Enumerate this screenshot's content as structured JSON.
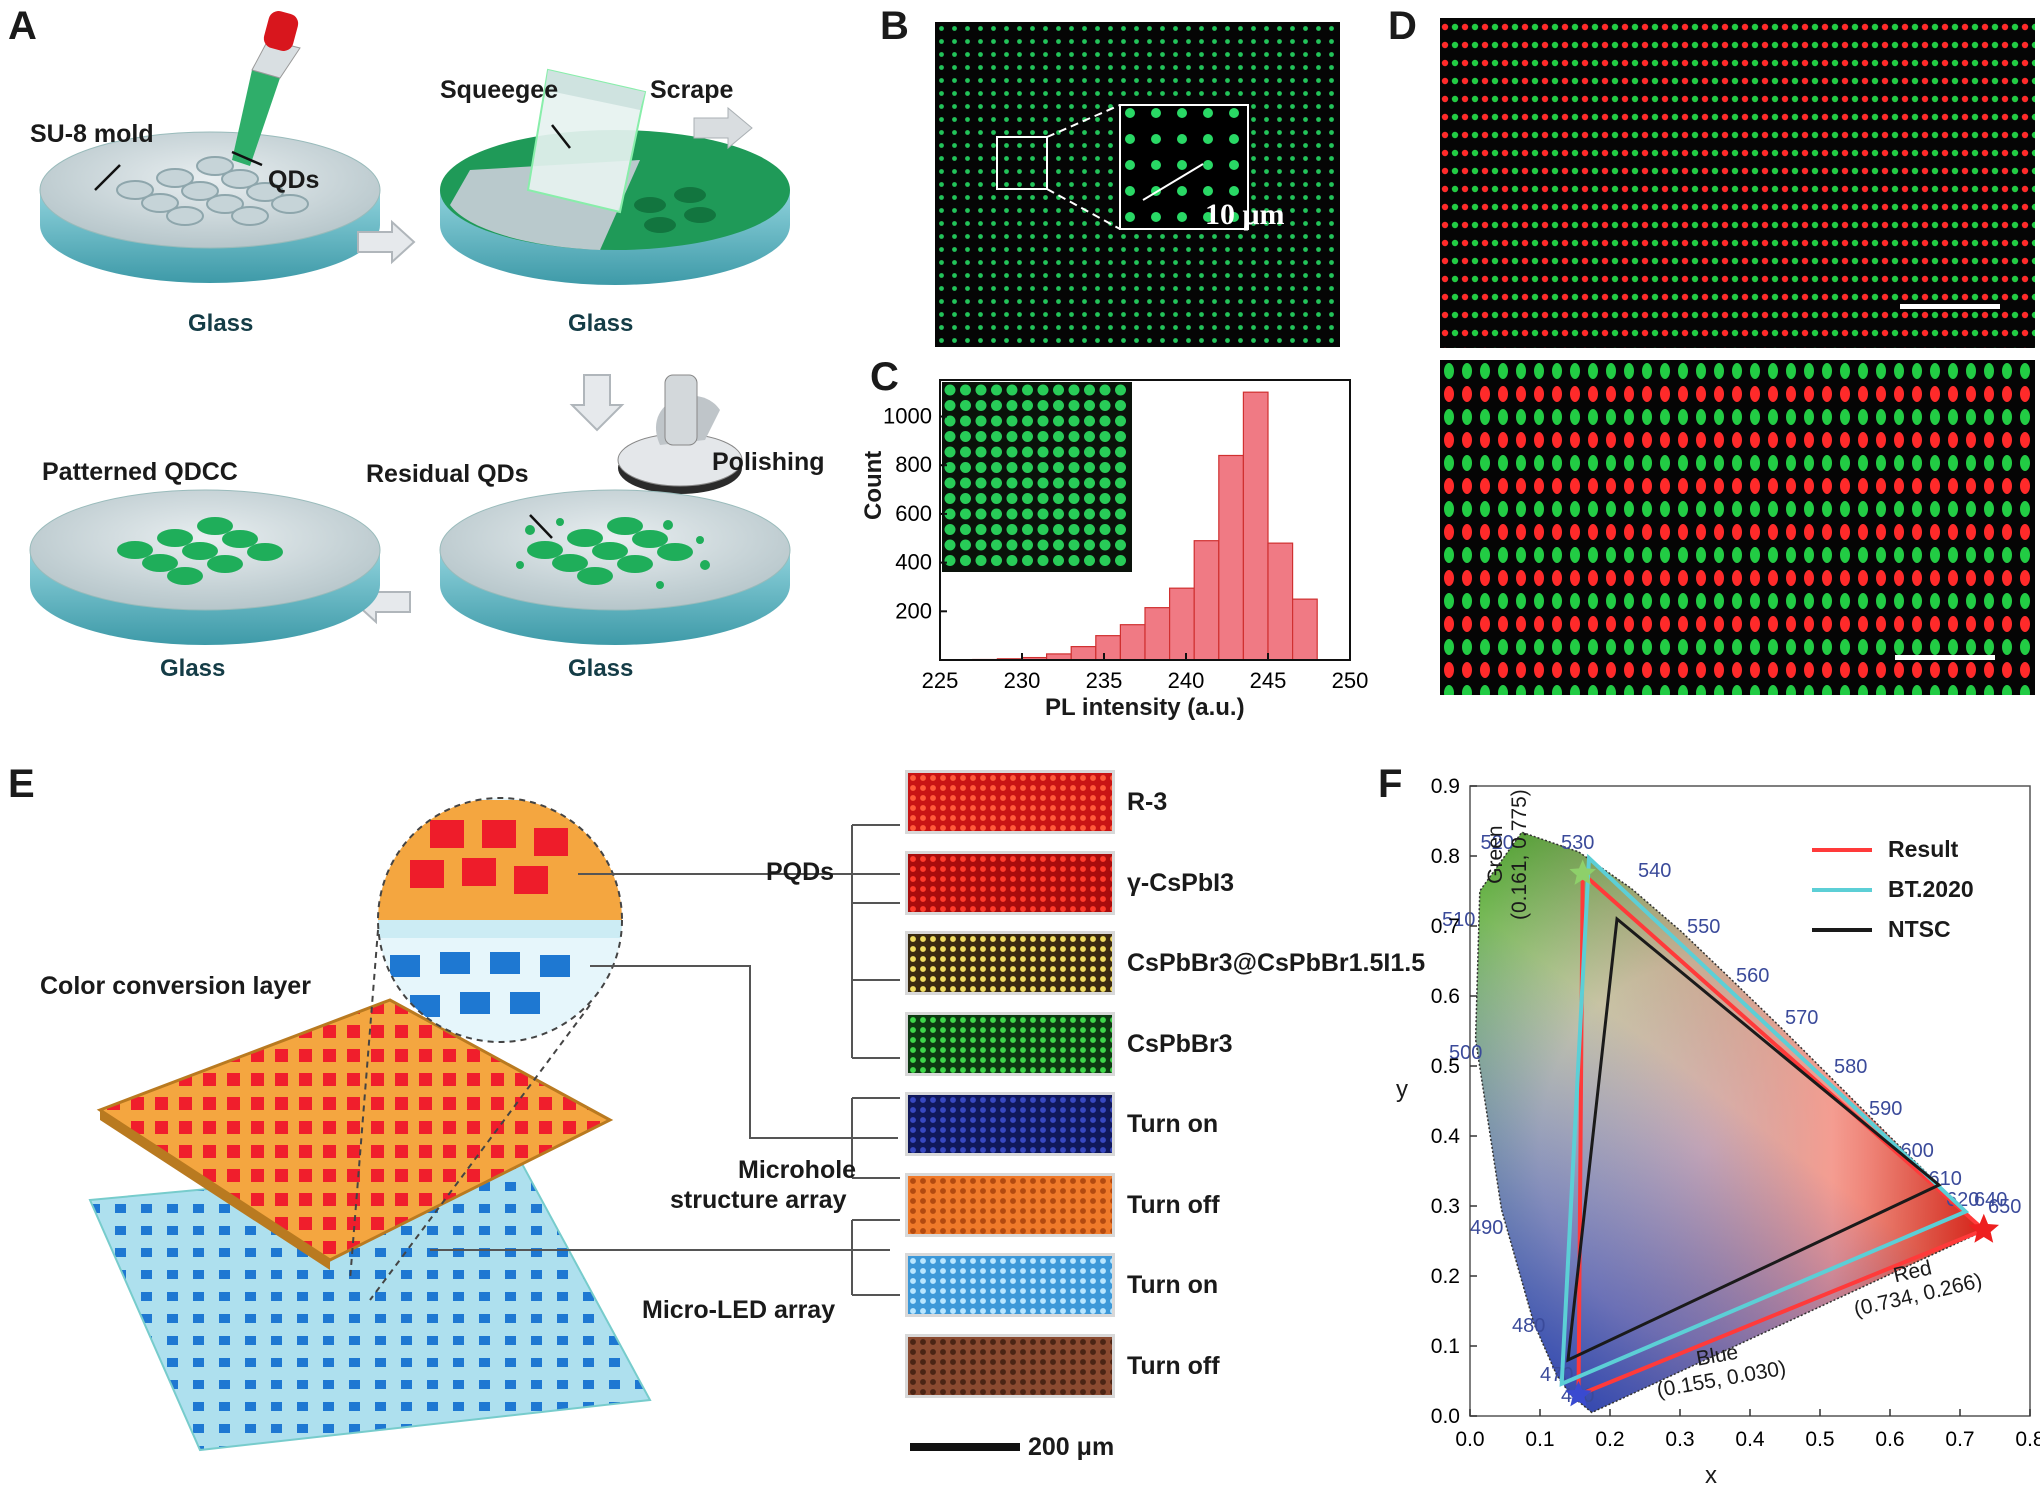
{
  "panels": {
    "a": "A",
    "b": "B",
    "c": "C",
    "d": "D",
    "e": "E",
    "f": "F"
  },
  "panel_a": {
    "mold_label": "SU-8 mold",
    "qds_label": "QDs",
    "squeegee_label": "Squeegee",
    "scrape_label": "Scrape",
    "polishing_label": "Polishing",
    "residual_label": "Residual QDs",
    "patterned_label": "Patterned QDCC",
    "glass_label": "Glass"
  },
  "panel_b": {
    "scale_label": "10 μm"
  },
  "panel_d": {
    "colors": {
      "red": "#ff2a2a",
      "green": "#22cc44"
    }
  },
  "panel_e": {
    "color_layer_label": "Color conversion layer",
    "pqds_label": "PQDs",
    "microhole_label_1": "Microhole",
    "microhole_label_2": "structure array",
    "microled_label": "Micro-LED array",
    "scalebar_label": "200 μm",
    "swatches": [
      {
        "label": "R-3",
        "color": "#c81414",
        "dot": "#ff5a3a"
      },
      {
        "label": "γ-CsPbI3",
        "color": "#a80c0c",
        "dot": "#ff3b2b"
      },
      {
        "label": "CsPbBr3@CsPbBr1.5I1.5",
        "color": "#3a2a10",
        "dot": "#f0dc60"
      },
      {
        "label": "CsPbBr3",
        "color": "#0e3a12",
        "dot": "#3fd84a"
      },
      {
        "label": "Turn on",
        "color": "#10185a",
        "dot": "#3848c0"
      },
      {
        "label": "Turn off",
        "color": "#f07a2a",
        "dot": "#b34a10"
      },
      {
        "label": "Turn on",
        "color": "#3c98d8",
        "dot": "#b8e6ff"
      },
      {
        "label": "Turn off",
        "color": "#8a4a30",
        "dot": "#4a2414"
      }
    ]
  },
  "chart_data": [
    {
      "type": "bar",
      "xlabel": "PL intensity (a.u.)",
      "ylabel": "Count",
      "xlim": [
        225,
        250
      ],
      "ylim": [
        0,
        1150
      ],
      "xticks": [
        "225",
        "230",
        "235",
        "240",
        "245",
        "250"
      ],
      "yticks": [
        "200",
        "400",
        "600",
        "800",
        "1000"
      ],
      "bin_width": 1.5,
      "bins": [
        227.75,
        229.25,
        230.75,
        232.25,
        233.75,
        235.25,
        236.75,
        238.25,
        239.75,
        241.25,
        242.75,
        244.25,
        245.75,
        247.25
      ],
      "values": [
        2,
        5,
        10,
        25,
        55,
        100,
        145,
        215,
        295,
        490,
        840,
        1100,
        480,
        250
      ],
      "color": "#f07a84"
    },
    {
      "type": "scatter",
      "xlabel": "x",
      "ylabel": "y",
      "xlim": [
        0.0,
        0.8
      ],
      "ylim": [
        0.0,
        0.9
      ],
      "xticks": [
        "0.0",
        "0.1",
        "0.2",
        "0.3",
        "0.4",
        "0.5",
        "0.6",
        "0.7",
        "0.8"
      ],
      "yticks": [
        "0.0",
        "0.1",
        "0.2",
        "0.3",
        "0.4",
        "0.5",
        "0.6",
        "0.7",
        "0.8",
        "0.9"
      ],
      "wavelength_labels": [
        "460",
        "470",
        "480",
        "490",
        "500",
        "510",
        "520",
        "530",
        "540",
        "550",
        "560",
        "570",
        "580",
        "590",
        "600",
        "610",
        "620",
        "640",
        "650"
      ],
      "series": [
        {
          "name": "Result",
          "color": "#ff3a3a",
          "points": [
            [
              0.161,
              0.775
            ],
            [
              0.734,
              0.266
            ],
            [
              0.155,
              0.03
            ]
          ]
        },
        {
          "name": "BT.2020",
          "color": "#5ccfd6",
          "points": [
            [
              0.17,
              0.797
            ],
            [
              0.708,
              0.292
            ],
            [
              0.131,
              0.046
            ]
          ]
        },
        {
          "name": "NTSC",
          "color": "#1a1a1a",
          "points": [
            [
              0.21,
              0.71
            ],
            [
              0.67,
              0.33
            ],
            [
              0.14,
              0.08
            ]
          ]
        }
      ],
      "annotations": {
        "green_name": "Green",
        "green_coord": "(0.161, 0.775)",
        "red_name": "Red",
        "red_coord": "(0.734, 0.266)",
        "blue_name": "Blue",
        "blue_coord": "(0.155, 0.030)"
      }
    }
  ]
}
